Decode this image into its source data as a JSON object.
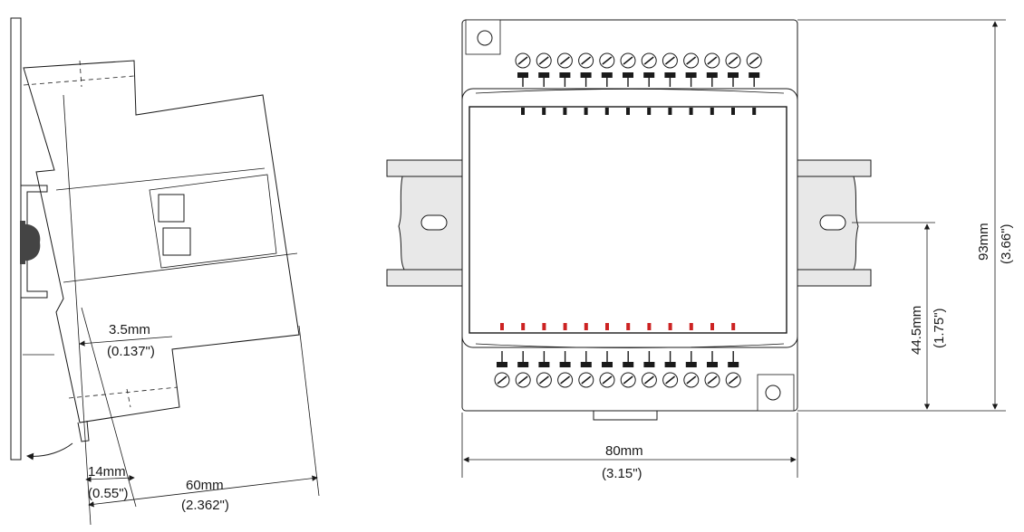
{
  "side_view": {
    "dim_3_5": {
      "metric": "3.5mm",
      "imperial": "(0.137\")"
    },
    "dim_14": {
      "metric": "14mm",
      "imperial": "(0.55\")"
    },
    "dim_60": {
      "metric": "60mm",
      "imperial": "(2.362\")"
    }
  },
  "front_view": {
    "width": {
      "metric": "80mm",
      "imperial": "(3.15\")"
    },
    "height": {
      "metric": "93mm",
      "imperial": "(3.66\")"
    },
    "rail_height": {
      "metric": "44.5mm",
      "imperial": "(1.75\")"
    },
    "top_terminal_count": 12,
    "bottom_terminal_count": 12,
    "led_color_top": "#1a1a1a",
    "led_color_bottom": "#cc2222"
  }
}
